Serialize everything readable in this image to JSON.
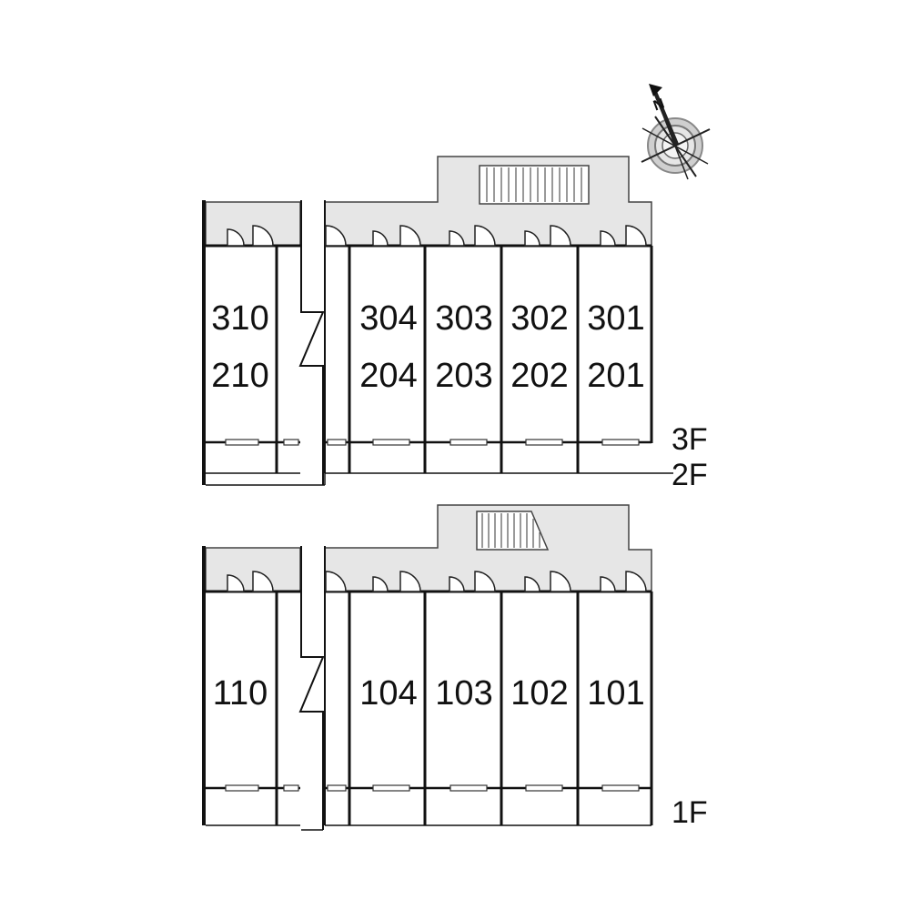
{
  "compass": {
    "north_label": "N"
  },
  "upper_plan": {
    "floor_labels": [
      "3F",
      "2F"
    ],
    "left_unit": {
      "rooms": [
        "310",
        "210"
      ]
    },
    "units": [
      {
        "rooms": [
          "304",
          "204"
        ]
      },
      {
        "rooms": [
          "303",
          "203"
        ]
      },
      {
        "rooms": [
          "302",
          "202"
        ]
      },
      {
        "rooms": [
          "301",
          "201"
        ]
      }
    ]
  },
  "lower_plan": {
    "floor_labels": [
      "1F"
    ],
    "left_unit": {
      "rooms": [
        "110"
      ]
    },
    "units": [
      {
        "rooms": [
          "104"
        ]
      },
      {
        "rooms": [
          "103"
        ]
      },
      {
        "rooms": [
          "102"
        ]
      },
      {
        "rooms": [
          "101"
        ]
      }
    ]
  }
}
